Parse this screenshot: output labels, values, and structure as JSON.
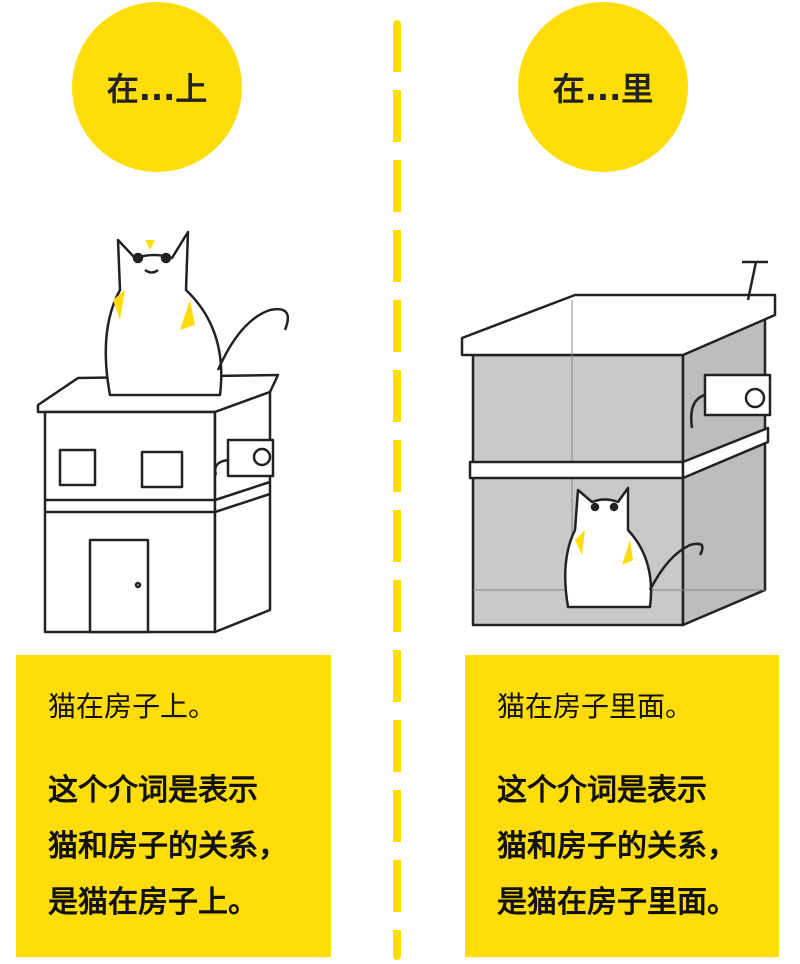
{
  "left": {
    "badge": "在...上",
    "sentence": "猫在房子上。",
    "explanation_lines": [
      "这个介词是表示",
      "猫和房子的关系，",
      "是猫在房子上。"
    ]
  },
  "right": {
    "badge": "在...里",
    "sentence": "猫在房子里面。",
    "explanation_lines": [
      "这个介词是表示",
      "猫和房子的关系，",
      "是猫在房子里面。"
    ]
  },
  "colors": {
    "accent": "#FEDD0A",
    "box_gray": "#C9C9C9"
  }
}
